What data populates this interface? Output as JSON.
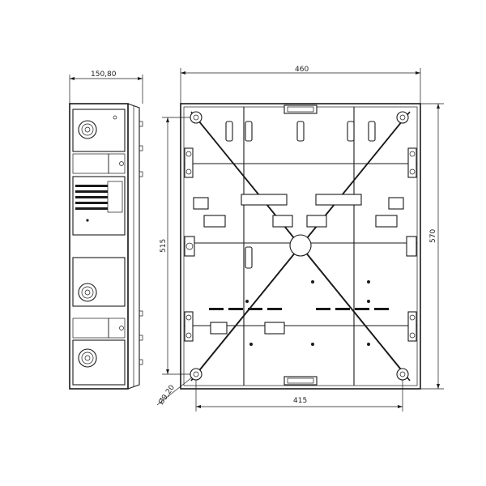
{
  "drawing": {
    "side_view_width": "150,80",
    "overall_width": "460",
    "overall_height": "570",
    "inner_height": "515",
    "inner_width": "415",
    "hole_diameter": "Ø9,20"
  }
}
